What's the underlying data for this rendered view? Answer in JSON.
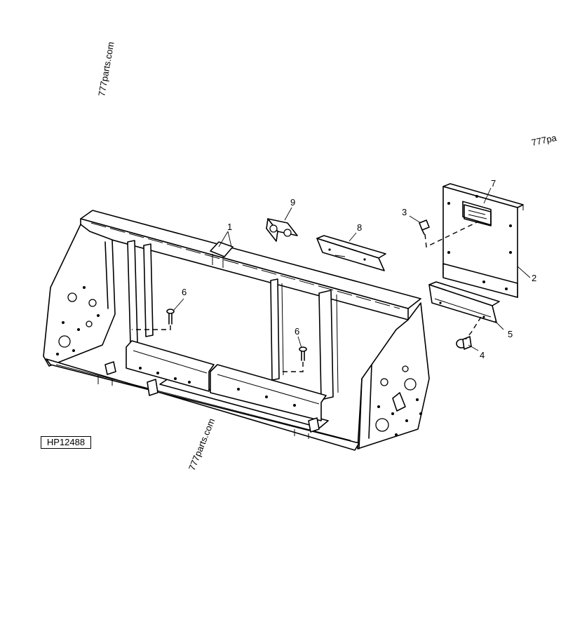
{
  "figure_id": "HP12488",
  "watermarks": [
    "777parts.com",
    "777pa",
    "777parts.com"
  ],
  "callouts": {
    "c1": "1",
    "c2": "2",
    "c3": "3",
    "c4": "4",
    "c5": "5",
    "c6a": "6",
    "c6b": "6",
    "c7": "7",
    "c8": "8",
    "c9": "9"
  }
}
